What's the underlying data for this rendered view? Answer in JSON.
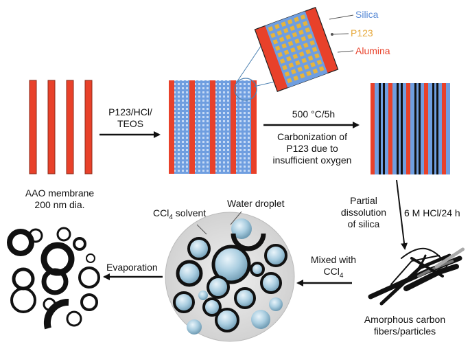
{
  "labels": {
    "aao_membrane": "AAO membrane",
    "aao_dia": "200 nm dia.",
    "step1_line1": "P123/HCl/",
    "step1_line2": "TEOS",
    "legend_silica": "Silica",
    "legend_p123": "P123",
    "legend_alumina": "Alumina",
    "step2_temp": "500 °C/5h",
    "step2_line1": "Carbonization of",
    "step2_line2": "P123 due to",
    "step2_line3": "insufficient oxygen",
    "step3_line1": "Partial",
    "step3_line2": "dissolution",
    "step3_line3": "of silica",
    "step3_cond": "6 M HCl/24 h",
    "product_line1": "Amorphous carbon",
    "product_line2": "fibers/particles",
    "mixed_line1": "Mixed with",
    "mixed_ccl": "CCl",
    "mixed_sub": "4",
    "solvent_ccl": "CCl",
    "solvent_sub": "4",
    "solvent_word": " solvent",
    "water_droplet": "Water droplet",
    "evaporation": "Evaporation"
  },
  "colors": {
    "alumina": "#e8412a",
    "silica": "#6f9ee0",
    "p123": "#e6b43c",
    "carbon": "#111111",
    "droplet": "#a9cde0",
    "background_disc": "#e2e2e2"
  }
}
